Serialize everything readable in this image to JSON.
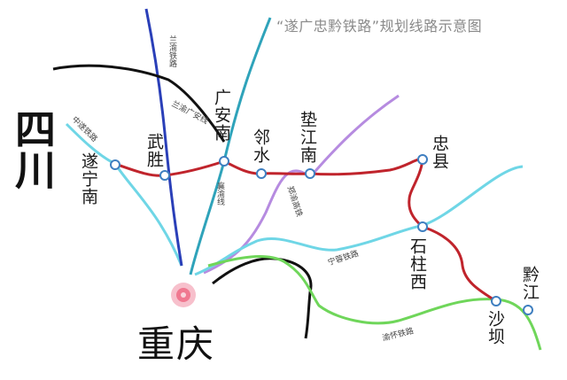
{
  "title": "“遂广忠黔铁路”规划线路示意图",
  "region": "四川",
  "city": "重庆",
  "colors": {
    "planned_line": "#c0242c",
    "station_ring": "#3f7fc0",
    "lanyu": "#2a3fb8",
    "black": "#111111",
    "teal": "#2fa3ba",
    "cyan": "#6fd6e6",
    "purple": "#b68be0",
    "green": "#6fd65a",
    "chongqing_marker": "#f07890"
  },
  "stations": {
    "suining_nan": "遂宁南",
    "wusheng": "武胜",
    "guangan_nan": "广安南",
    "linshui": "邻水",
    "dianjiang_nan": "垫江南",
    "zhongxian": "忠县",
    "shizhu_xi": "石柱西",
    "shaba": "沙坝",
    "qianjiang": "黔江"
  },
  "railways": {
    "lanyu": "兰渝铁路",
    "lanyu_guangan": "兰渝广安线",
    "zhongsui": "中遂铁路",
    "xiangyu": "襄渝线",
    "zhengyu": "郑渝高铁",
    "ningrong": "宁蓉铁路",
    "yuhuai": "渝怀铁路"
  }
}
